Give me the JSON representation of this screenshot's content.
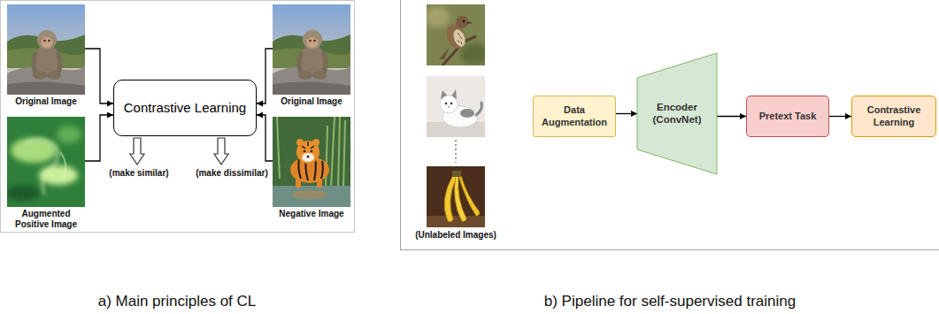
{
  "diagram": {
    "nodes": [
      {
        "text": [
          "Original Image"
        ]
      },
      {
        "text": [
          "Augmented Positive Image"
        ]
      },
      {
        "text": [
          "Contrastive Learning"
        ]
      },
      {
        "text": [
          "Original Image"
        ]
      },
      {
        "text": [
          "Negative Image"
        ]
      },
      {
        "text": [
          "Data Augmentation"
        ]
      },
      {
        "text": [
          "Encoder (ConvNet)"
        ]
      },
      {
        "text": [
          "Pretext Task"
        ]
      },
      {
        "text": [
          "Contrastive Learning"
        ]
      }
    ],
    "edges": [
      {
        "from": 0,
        "to": 2,
        "arrow": "to"
      },
      {
        "from": 1,
        "to": 2,
        "arrow": "to"
      },
      {
        "from": 3,
        "to": 2,
        "arrow": "to"
      },
      {
        "from": 4,
        "to": 2,
        "arrow": "to"
      },
      {
        "from": 5,
        "to": 6,
        "arrow": "to"
      },
      {
        "from": 6,
        "to": 7,
        "arrow": "to"
      },
      {
        "from": 7,
        "to": 8,
        "arrow": "to"
      }
    ],
    "labels": [
      "(make similar)",
      "(make dissimilar)",
      "(Unlabeled Images)",
      "a) Main principles of CL",
      "b) Pipeline for self-supervised training"
    ]
  }
}
